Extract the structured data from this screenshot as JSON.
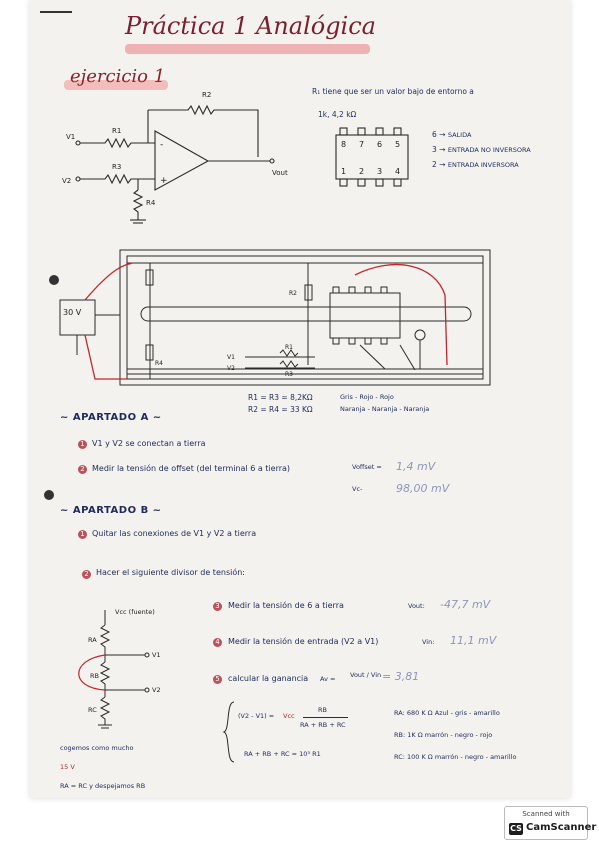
{
  "title": "Práctica 1 Analógica",
  "exercise_heading": "ejercicio 1",
  "note_r1": "R₁ tiene que ser un valor bajo de entorno a",
  "note_r1_value": "1k, 4,2 kΩ",
  "circuit_labels": {
    "r2": "R2",
    "r1": "R1",
    "r3": "R3",
    "r4": "R4",
    "v1": "V1",
    "v2": "V2",
    "vout": "Vout",
    "minus": "-",
    "plus": "+"
  },
  "pin_numbers_top": [
    "8",
    "7",
    "6",
    "5"
  ],
  "pin_numbers_bottom": [
    "1",
    "2",
    "3",
    "4"
  ],
  "pinout": [
    {
      "pin": "6 →",
      "desc": "SALIDA"
    },
    {
      "pin": "3 →",
      "desc": "ENTRADA NO INVERSORA"
    },
    {
      "pin": "2 →",
      "desc": "ENTRADA INVERSORA"
    }
  ],
  "breadboard": {
    "supply": "30 V",
    "r2_label": "R2",
    "r1_label": "R1",
    "r3_label": "R3",
    "r4_label": "R4",
    "v1_label": "V1",
    "v2_label": "V2"
  },
  "resistor_values": [
    "R1 = R3 = 8,2KΩ",
    "R2 = R4 = 33 KΩ"
  ],
  "color_codes": [
    "Gris - Rojo - Rojo",
    "Naranja - Naranja - Naranja"
  ],
  "apartado_a": "~ APARTADO A ~",
  "a_items": [
    "V1 y V2 se conectan a tierra",
    "Medir la tensión de offset (del terminal 6 a tierra)"
  ],
  "offset_measure": {
    "label": "Voffset =",
    "value": "1,4 mV",
    "label2": "Vc-",
    "value2": "98,00 mV"
  },
  "apartado_b": "~ APARTADO B ~",
  "b_items": [
    "Quitar las conexiones de V1 y V2 a tierra",
    "Hacer el siguiente divisor de tensión:"
  ],
  "divider_labels": {
    "vcc": "Vcc (fuente)",
    "ra": "RA",
    "rb": "RB",
    "rc": "RC",
    "v1": "V1",
    "v2": "V2"
  },
  "b_steps": [
    {
      "num": "3",
      "text": "Medir la tensión de 6 a tierra",
      "label": "Vout:",
      "value": "-47,7 mV"
    },
    {
      "num": "4",
      "text": "Medir la tensión de entrada (V2 a V1)",
      "label": "Vin:",
      "value": "11,1 mV"
    },
    {
      "num": "5",
      "text": "calcular la ganancia",
      "label": "Av =",
      "formula": "Vout / Vin",
      "value": "= 3,81"
    }
  ],
  "formula": {
    "line1_left": "(V2 - V1) =",
    "line1_vcc": "Vcc",
    "line1_frac_top": "RB",
    "line1_frac_bottom": "RA + RB + RC",
    "line2": "RA + RB + RC = 10³ R1"
  },
  "component_values": [
    {
      "label": "RA:",
      "value": "680 K Ω",
      "colors": "Azul - gris - amarillo"
    },
    {
      "label": "RB:",
      "value": "1K Ω",
      "colors": "marrón - negro - rojo"
    },
    {
      "label": "RC:",
      "value": "100 K Ω",
      "colors": "marrón - negro - amarillo"
    }
  ],
  "footnotes": [
    "cogemos como mucho",
    "15 V",
    "RA = RC y despejamos RB"
  ],
  "scanner": {
    "line1": "Scanned with",
    "line2": "CamScanner",
    "logo": "CS"
  }
}
